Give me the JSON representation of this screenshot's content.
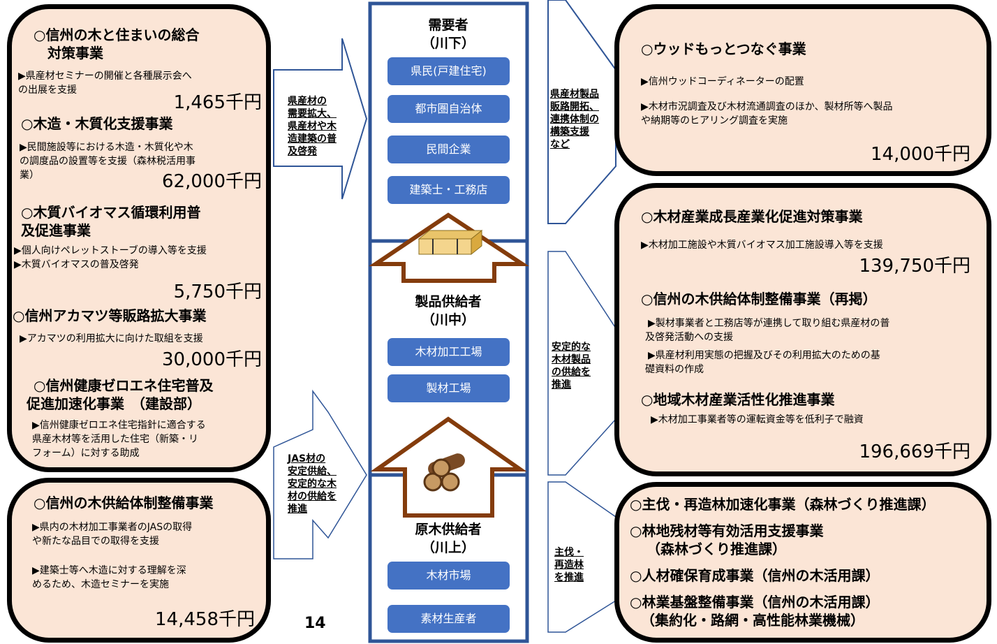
{
  "left": {
    "box1": {
      "h1": "○信州の木と住まいの総合",
      "h1b": "対策事業",
      "d1": "▶県産材セミナーの開催と各種展示会へ",
      "d1b": "の出展を支援",
      "a1": "1,465千円",
      "h2": "○木造・木質化支援事業",
      "d2": "▶民間施設等における木造・木質化や木",
      "d2b": "の調度品の設置等を支援（森林税活用事",
      "d2c": "業）",
      "a2": "62,000千円",
      "h3": "○木質バイオマス循環利用普",
      "h3b": "及促進事業",
      "d3": "▶個人向けペレットストーブの導入等を支援",
      "d3b": "▶木質バイオマスの普及啓発",
      "a3": "5,750千円",
      "h4": "○信州アカマツ等販路拡大事業",
      "d4": "▶アカマツの利用拡大に向けた取組を支援",
      "a4": "30,000千円",
      "h5": "○信州健康ゼロエネ住宅普及",
      "h5b": "促進加速化事業　（建設部）",
      "d5": "▶信州健康ゼロエネ住宅指針に適合する",
      "d5b": "県産木材等を活用した住宅（新築・リ",
      "d5c": "フォーム）に対する助成"
    },
    "box2": {
      "h": "○信州の木供給体制整備事業",
      "d1": "▶県内の木材加工事業者のJASの取得",
      "d1b": "や新たな品目での取得を支援",
      "d2": "▶建築士等へ木造に対する理解を深",
      "d2b": "めるため、木造セミナーを実施",
      "a": "14,458千円"
    }
  },
  "arrows": {
    "upper_left": [
      "県産材の",
      "需要拡大、",
      "県産材や木",
      "造建築の普",
      "及啓発"
    ],
    "lower_left": [
      "JAS材の",
      "安定供給、",
      "安定的な木",
      "材の供給を",
      "推進"
    ],
    "upper_right": [
      "県産材製品",
      "販路開拓、",
      "連携体制の",
      "構築支援",
      "など"
    ],
    "mid_right": [
      "安定的な",
      "木材製品",
      "の供給を",
      "推進"
    ],
    "low_right": [
      "主伐・",
      "再造林",
      "を推進"
    ]
  },
  "center": {
    "top": {
      "title1": "需要者",
      "title2": "（川下）",
      "items": [
        "県民(戸建住宅)",
        "都市圏自治体",
        "民間企業",
        "建築士・工務店"
      ]
    },
    "mid": {
      "title1": "製品供給者",
      "title2": "（川中）",
      "items": [
        "木材加工工場",
        "製材工場"
      ]
    },
    "bot": {
      "title1": "原木供給者",
      "title2": "（川上）",
      "items": [
        "木材市場",
        "素材生産者"
      ]
    }
  },
  "right": {
    "box1": {
      "h": "○ウッドもっとつなぐ事業",
      "d1": "▶信州ウッドコーディネーターの配置",
      "d2": "▶木材市況調査及び木材流通調査のほか、製材所等へ製品",
      "d2b": "や納期等のヒアリング調査を実施",
      "a": "14,000千円"
    },
    "box2": {
      "h1": "○木材産業成長産業化促進対策事業",
      "d1": "▶木材加工施設や木質バイオマス加工施設導入等を支援",
      "a1": "139,750千円",
      "h2": "○信州の木供給体制整備事業（再掲）",
      "d2": "▶製材事業者と工務店等が連携して取り組む県産材の普",
      "d2b": "及啓発活動への支援",
      "d3": "▶県産材利用実態の把握及びその利用拡大のための基",
      "d3b": "礎資料の作成",
      "h3": "○地域木材産業活性化推進事業",
      "d4": "▶木材加工事業者等の運転資金等を低利子で融資",
      "a2": "196,669千円"
    },
    "box3": {
      "l1": "○主伐・再造林加速化事業（森林づくり推進課）",
      "l2": "○林地残材等有効活用支援事業",
      "l2b": "（森林づくり推進課）",
      "l3": "○人材確保育成事業（信州の木活用課）",
      "l4": "○林業基盤整備事業（信州の木活用課）",
      "l4b": "（集約化・路網・高性能林業機械）"
    }
  },
  "page_number": "14",
  "colors": {
    "box_fill": "#fbe5d6",
    "button_blue": "#4472c4",
    "frame_blue": "#2f5597",
    "arrow_brown": "#843c0c"
  }
}
